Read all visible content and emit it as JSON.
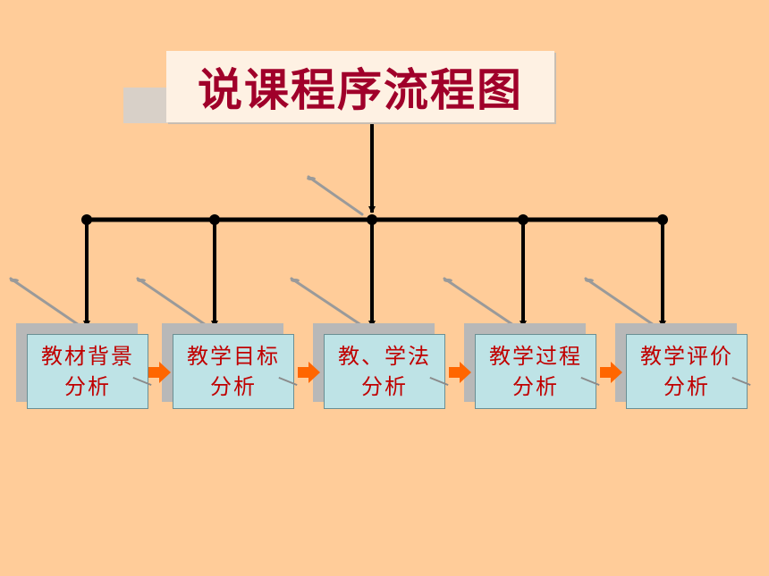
{
  "title": "说课程序流程图",
  "nodes": [
    {
      "line1": "教材背景",
      "line2": "分析"
    },
    {
      "line1": "教学目标",
      "line2": "分析"
    },
    {
      "line1": "教、学法",
      "line2": "分析"
    },
    {
      "line1": "教学过程",
      "line2": "分析"
    },
    {
      "line1": "教学评价",
      "line2": "分析"
    }
  ],
  "colors": {
    "background": "#FFCC99",
    "title_text": "#A0002A",
    "node_fill": "#BEE3E6",
    "node_text": "#C00000",
    "flow_arrow": "#FF6600",
    "connector": "#000000"
  }
}
